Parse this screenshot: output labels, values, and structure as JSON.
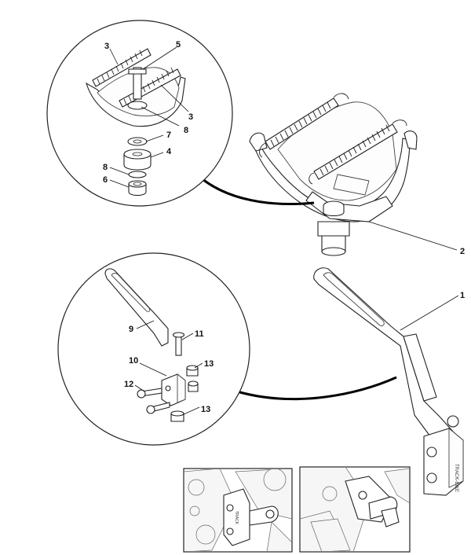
{
  "labels": {
    "n1": "1",
    "n2": "2",
    "n3a": "3",
    "n3b": "3",
    "n4": "4",
    "n5": "5",
    "n6": "6",
    "n7": "7",
    "n8a": "8",
    "n8b": "8",
    "n9": "9",
    "n10": "10",
    "n11": "11",
    "n12": "12",
    "n13a": "13",
    "n13b": "13"
  },
  "bracket_marking": "TRACK-BIKE",
  "colors": {
    "line": "#222222",
    "background": "#ffffff",
    "leader_thick": "#000000"
  }
}
